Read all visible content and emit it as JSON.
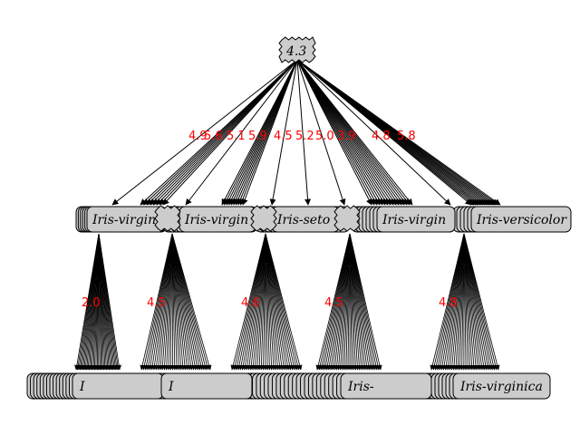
{
  "diagram": {
    "type": "decision-tree",
    "colors": {
      "node_fill": "#cccccc",
      "node_stroke": "#000000",
      "edge": "#000000",
      "edge_label": "#ff0000",
      "background": "#ffffff"
    },
    "root": {
      "label": "4.3",
      "shape": "zigzag-box"
    },
    "level1_edge_labels": [
      "4.9",
      "5.6",
      "5.1",
      "5.9",
      "4.5",
      "5.2",
      "5.0",
      "3.9",
      "4.8",
      "5.8"
    ],
    "level1_nodes": [
      {
        "label": "Iris-virgin",
        "shape": "rounded-box"
      },
      {
        "label": "Iris-virgin",
        "shape": "rounded-box"
      },
      {
        "label": "Iris-seto",
        "shape": "rounded-box"
      },
      {
        "label": "Iris-virgin",
        "shape": "rounded-box"
      },
      {
        "label": "Iris-versicolor",
        "shape": "rounded-box"
      }
    ],
    "level2_edge_labels": [
      "2.0",
      "4.5",
      "4.6",
      "4.5",
      "4.8"
    ],
    "level2_nodes": [
      {
        "label": "I",
        "shape": "rounded-box"
      },
      {
        "label": "I",
        "shape": "rounded-box"
      },
      {
        "label": "Iris-",
        "shape": "rounded-box"
      },
      {
        "label": "Iris-virginica",
        "shape": "rounded-box"
      }
    ]
  }
}
